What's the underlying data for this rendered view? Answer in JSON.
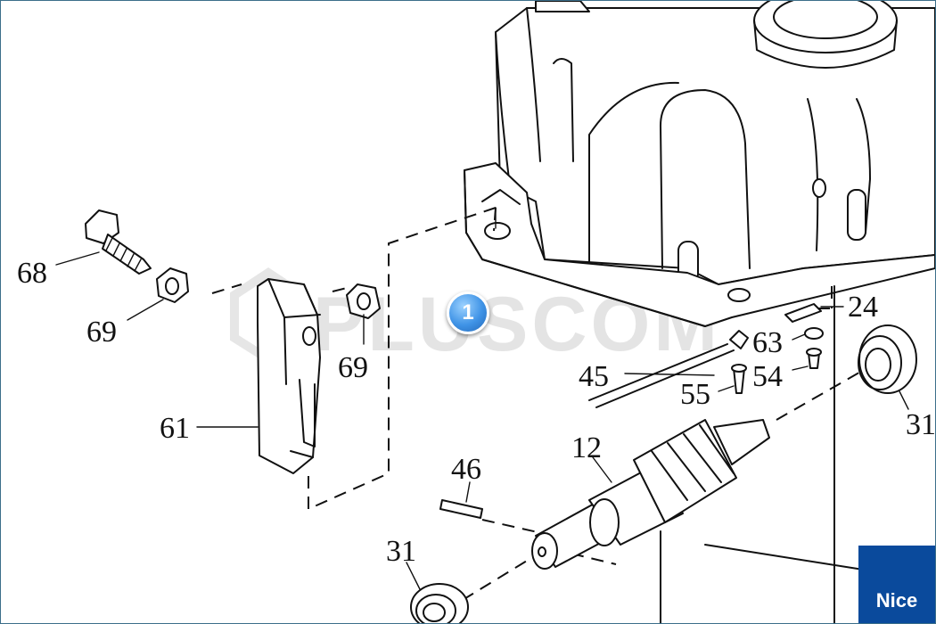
{
  "hotspot": {
    "label": "1"
  },
  "brand": {
    "name": "Nice"
  },
  "watermark": {
    "text": "PLUSCOM"
  },
  "callouts": {
    "c68": "68",
    "c69a": "69",
    "c69b": "69",
    "c61": "61",
    "c24": "24",
    "c63": "63",
    "c54": "54",
    "c45": "45",
    "c55": "55",
    "c31a": "31",
    "c12": "12",
    "c46": "46",
    "c31b": "31"
  },
  "colors": {
    "hotspot": "#3f93e6",
    "brand": "#0a4a9c",
    "frame": "#3c6f8a"
  }
}
